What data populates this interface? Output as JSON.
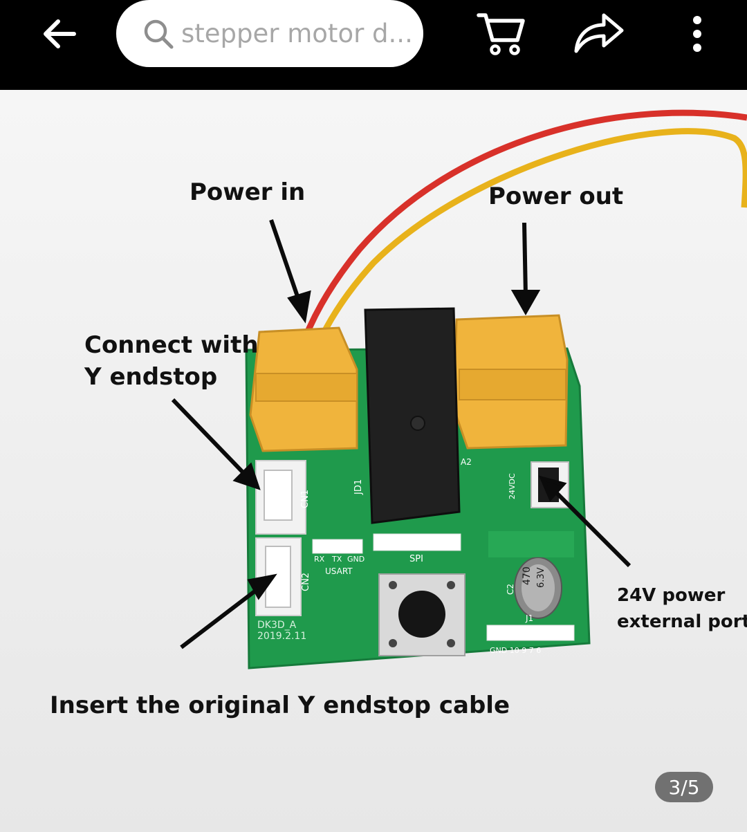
{
  "search": {
    "query": "stepper motor d..."
  },
  "icons": {
    "back": "arrow-left-icon",
    "search": "search-icon",
    "cart": "cart-icon",
    "share": "share-icon",
    "more": "more-vertical-icon"
  },
  "photo": {
    "labels": {
      "power_in": "Power in",
      "power_out": "Power out",
      "connect_line1": "Connect with",
      "connect_line2": "Y endstop",
      "insert": "Insert the original Y endstop cable",
      "ext_line1": "24V power",
      "ext_line2": "external port"
    },
    "board_text": {
      "cn1": "CN1",
      "cn2": "CN2",
      "jd1": "JD1",
      "usart": "USART",
      "rx": "RX",
      "tx": "TX",
      "gnd": "GND",
      "spi": "SPI",
      "model": "DK3D_A",
      "date": "2019.2.11",
      "v24": "24VDC",
      "a2": "A2",
      "c2": "C2",
      "j1": "J1",
      "cap1": "470",
      "cap2": "6.3V",
      "j1pins": "GND 10 9 7 6"
    },
    "colors": {
      "board": "#1f9a4c",
      "connector": "#f0b43c",
      "relay": "#202020"
    }
  },
  "pager": {
    "text": "3/5"
  }
}
